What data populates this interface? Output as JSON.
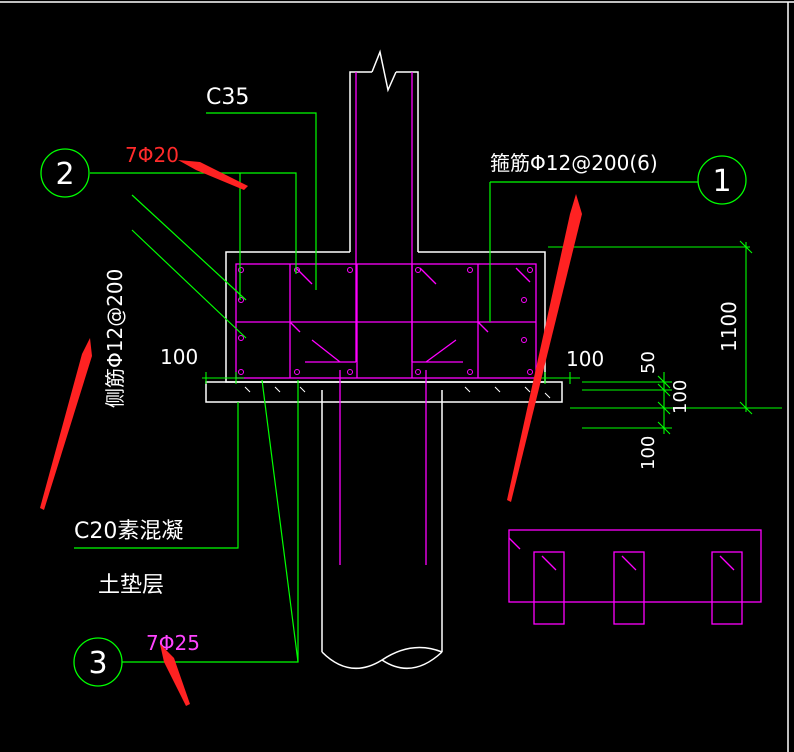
{
  "colors": {
    "background": "#000000",
    "frame": "#ffffff",
    "concrete": "#ffffff",
    "leader": "#00ff00",
    "rebar": "#ff00ff",
    "dimension": "#00ff00",
    "text": "#ffffff",
    "red_label": "#ff2a2a",
    "magenta_label": "#ff44ff",
    "arrow": "#ff2222",
    "callout_circle": "#00ff00"
  },
  "labels": {
    "concrete_grade": "C35",
    "bar_2": "7Φ20",
    "bar_3": "7Φ25",
    "stirrup": "箍筋Φ12@200(6)",
    "side_bar": "侧筋Φ12@200",
    "base_concrete": "C20素混凝",
    "soil_layer": "土垫层"
  },
  "callouts": {
    "c1": "1",
    "c2": "2",
    "c3": "3"
  },
  "dimensions": {
    "left_cover": "100",
    "right_cover": "100",
    "height": "1100",
    "d50": "50",
    "d100a": "100",
    "d100b": "100"
  }
}
